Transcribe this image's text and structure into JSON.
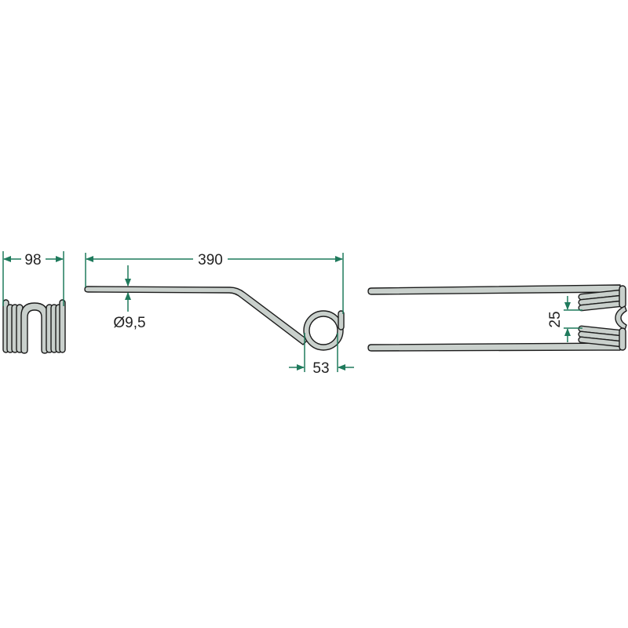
{
  "drawing": {
    "views": [
      "end-view",
      "side-view",
      "top-view"
    ],
    "dimensions": {
      "width": "98",
      "length": "390",
      "wire_diameter": "Ø9,5",
      "coil_diameter": "53",
      "coil_gap": "25"
    },
    "colors": {
      "part_fill": "#c9d0cc",
      "outline": "#1c1c1c",
      "dimension": "#1f7a5c"
    }
  }
}
